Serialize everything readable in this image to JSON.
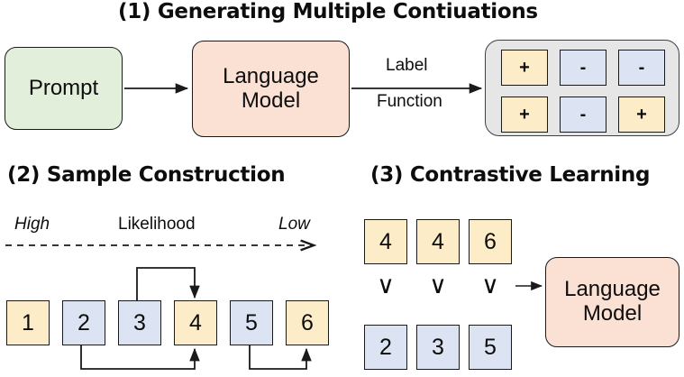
{
  "figure": {
    "sections": [
      {
        "id": "s1",
        "title": "(1) Generating Multiple Contiuations"
      },
      {
        "id": "s2",
        "title": "(2) Sample Construction"
      },
      {
        "id": "s3",
        "title": "(3) Contrastive Learning"
      }
    ]
  },
  "section1": {
    "prompt_box": "Prompt",
    "model_box": "Language\nModel",
    "model_line1": "Language",
    "model_line2": "Model",
    "edge_label_top": "Label",
    "edge_label_bottom": "Function",
    "label_function_full": "Label Function",
    "continuation_grid": {
      "rows": [
        [
          {
            "sign": "+",
            "polarity": "positive"
          },
          {
            "sign": "-",
            "polarity": "negative"
          },
          {
            "sign": "-",
            "polarity": "negative"
          }
        ],
        [
          {
            "sign": "+",
            "polarity": "positive"
          },
          {
            "sign": "-",
            "polarity": "negative"
          },
          {
            "sign": "+",
            "polarity": "positive"
          }
        ]
      ]
    }
  },
  "section2": {
    "axis": {
      "left_label": "High",
      "center_label": "Likelihood",
      "right_label": "Low",
      "arrow_style": "dashed-right"
    },
    "boxes": [
      {
        "label": "1",
        "polarity": "positive"
      },
      {
        "label": "2",
        "polarity": "negative"
      },
      {
        "label": "3",
        "polarity": "negative"
      },
      {
        "label": "4",
        "polarity": "positive"
      },
      {
        "label": "5",
        "polarity": "negative"
      },
      {
        "label": "6",
        "polarity": "positive"
      }
    ],
    "pair_edges": [
      {
        "from": "3",
        "to": "4",
        "route": "above"
      },
      {
        "from": "2",
        "to": "4",
        "route": "below"
      },
      {
        "from": "5",
        "to": "6",
        "route": "below"
      }
    ]
  },
  "section3": {
    "pairs": [
      {
        "preferred": "4",
        "rejected": "2",
        "relation": "∨"
      },
      {
        "preferred": "4",
        "rejected": "3",
        "relation": "∨"
      },
      {
        "preferred": "6",
        "rejected": "5",
        "relation": "∨"
      }
    ],
    "relation_symbol": "∨",
    "model_box": "Language\nModel",
    "model_line1": "Language",
    "model_line2": "Model"
  },
  "colors": {
    "positive_fill": "#fdecc8",
    "negative_fill": "#dce3f2",
    "prompt_fill": "#e2efdb",
    "model_fill": "#fbe0d4",
    "panel_fill": "#e6e6e6",
    "stroke": "#1a1a1a",
    "background": "#ffffff"
  }
}
